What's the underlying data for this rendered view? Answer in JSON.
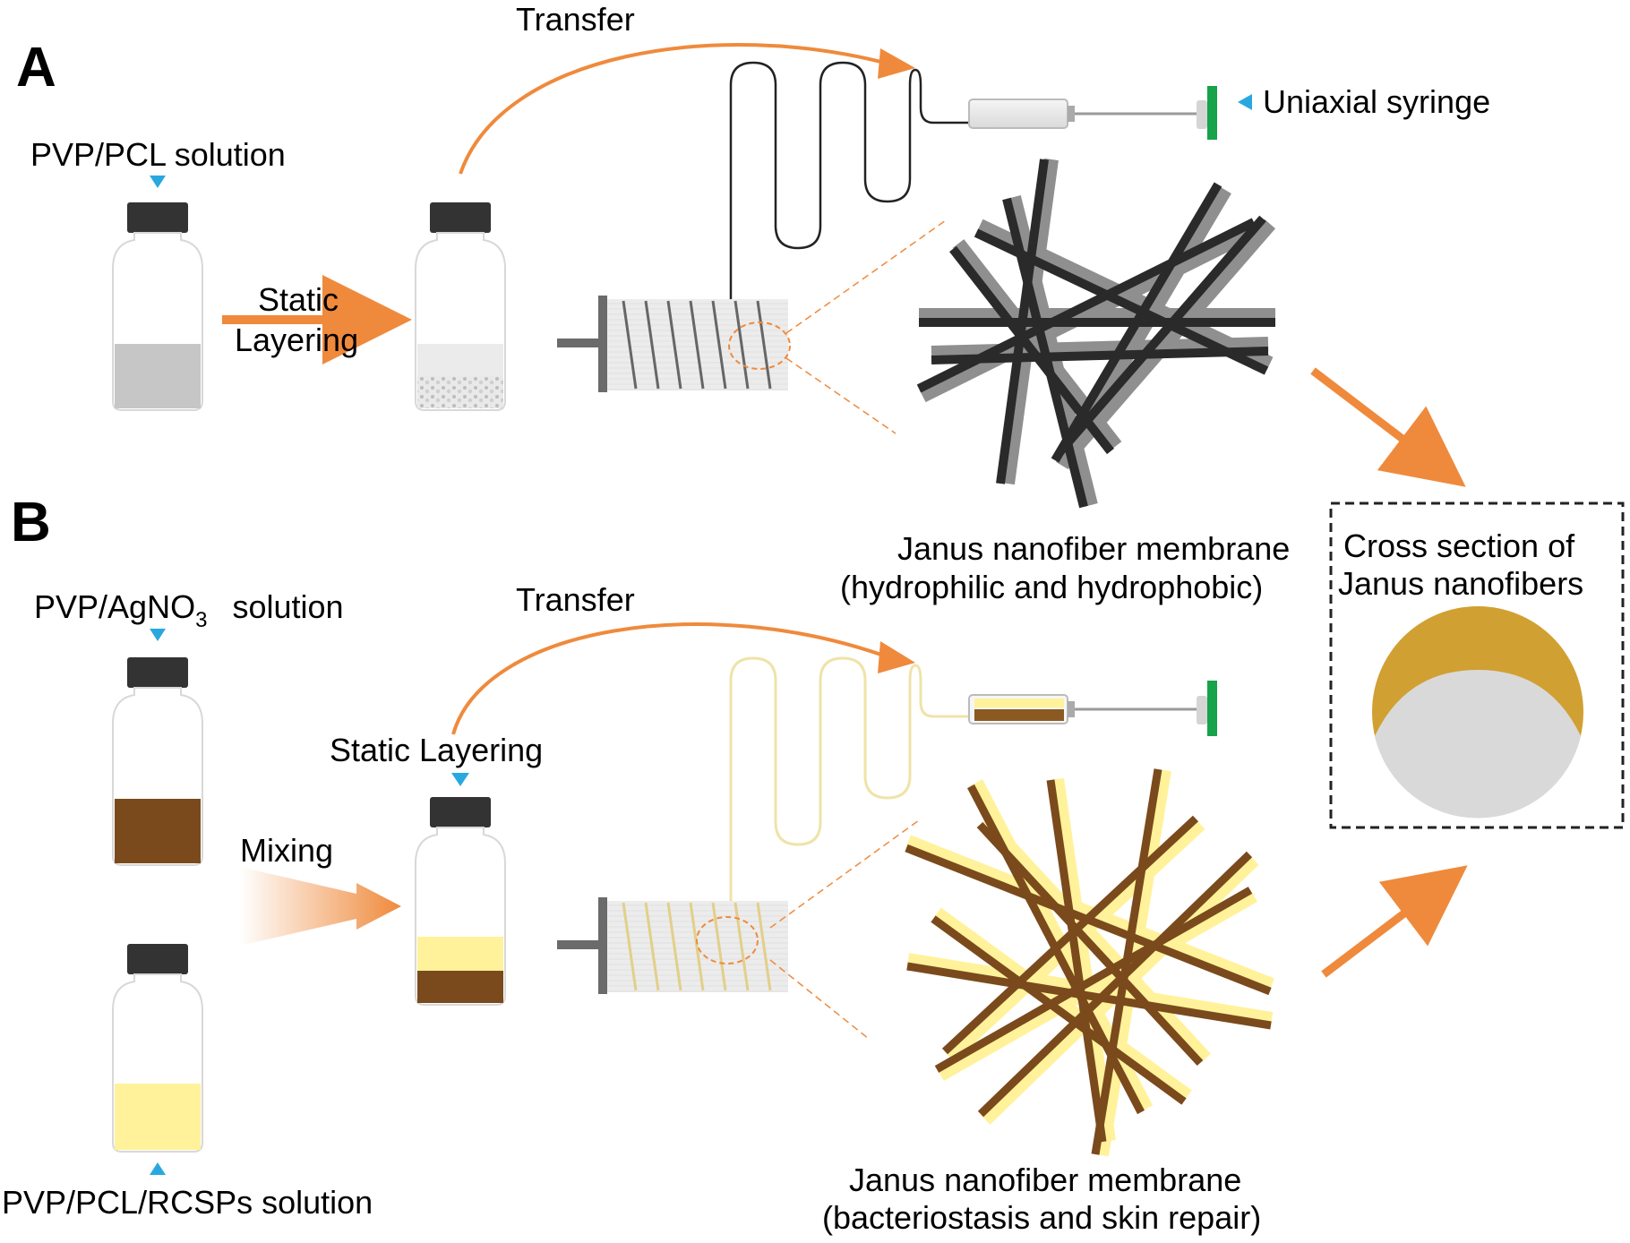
{
  "panel_a": {
    "letter": "A",
    "solution_label": "PVP/PCL solution",
    "step_line1": "Static",
    "step_line2": "Layering",
    "transfer_label": "Transfer",
    "syringe_label": "Uniaxial syringe",
    "membrane_line1": "Janus nanofiber membrane",
    "membrane_line2": "(hydrophilic and hydrophobic)"
  },
  "panel_b": {
    "letter": "B",
    "solution1_prefix": "PVP/AgNO",
    "solution1_subscript": "3",
    "solution1_suffix": "solution",
    "solution2_label": "PVP/PCL/RCSPs solution",
    "mixing_label": "Mixing",
    "static_layering_label": "Static Layering",
    "transfer_label": "Transfer",
    "membrane_line1": "Janus nanofiber membrane",
    "membrane_line2": "(bacteriostasis and skin repair)"
  },
  "cross_section": {
    "title_line1": "Cross section of",
    "title_line2": "Janus nanofibers"
  },
  "colors": {
    "orange": "#ef8a3c",
    "blue": "#29a8e0",
    "dark_gray": "#333333",
    "light_gray": "#c8c8c8",
    "brown": "#7a4a1c",
    "yellow": "#fff29a",
    "gold": "#d1a032",
    "green": "#16a34a"
  }
}
